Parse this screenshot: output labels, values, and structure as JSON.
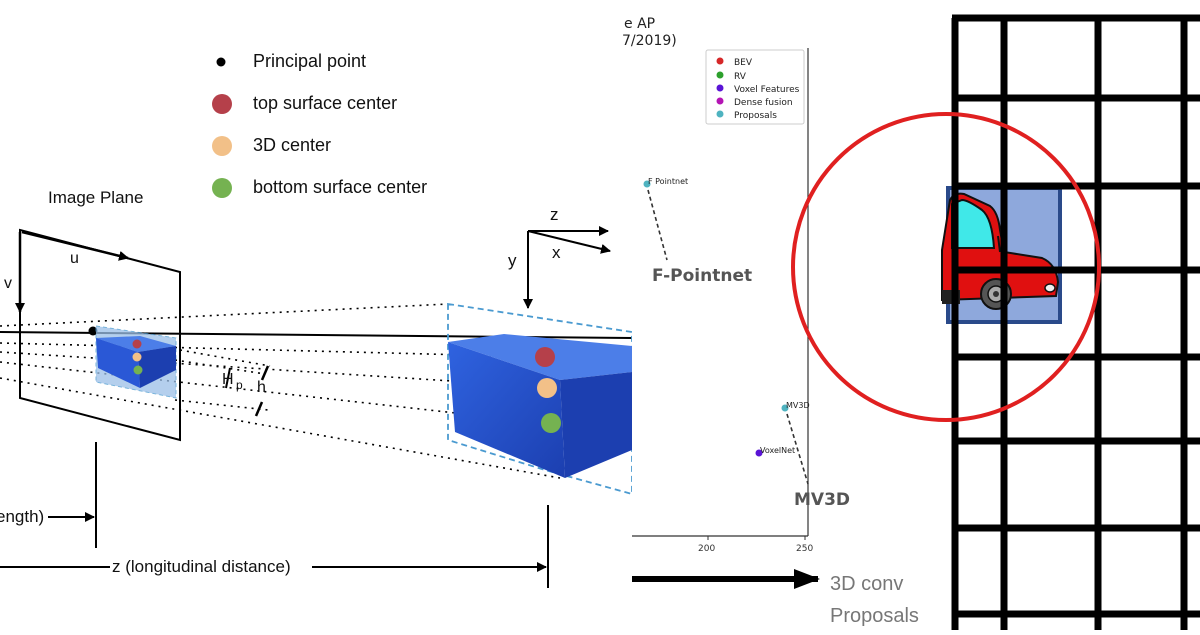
{
  "camera_diagram": {
    "legend": [
      {
        "label": "Principal point",
        "color": "#000000"
      },
      {
        "label": "top surface center",
        "color": "#b5404a"
      },
      {
        "label": "3D center",
        "color": "#f2c088"
      },
      {
        "label": "bottom surface center",
        "color": "#75b251"
      }
    ],
    "image_plane_label": "Image Plane",
    "u_label": "u",
    "v_label": "v",
    "hp_label": "H",
    "hp_sub": "p",
    "h_label": "h",
    "z_axis_label": "z",
    "x_axis_label": "x",
    "y_axis_label": "y",
    "focal_length_label": "ength)",
    "longitudinal_label": "z (longitudinal distance)",
    "box_color": "#2a58d6"
  },
  "scatter_panel": {
    "title_line1": "e AP",
    "title_line2": "7/2019)",
    "legend": [
      {
        "label": "BEV",
        "color": "#d62728"
      },
      {
        "label": "RV",
        "color": "#2ca02c"
      },
      {
        "label": "Voxel Features",
        "color": "#5a14d6"
      },
      {
        "label": "Dense fusion",
        "color": "#b414b4"
      },
      {
        "label": "Proposals",
        "color": "#4fb3c0"
      }
    ],
    "points": [
      {
        "label": "F Pointnet",
        "color": "#4fb3c0"
      },
      {
        "label": "MV3D",
        "color": "#4fb3c0"
      },
      {
        "label": "VoxelNet",
        "color": "#5a14d6"
      }
    ],
    "big_labels": [
      "F-Pointnet",
      "MV3D"
    ],
    "x_ticks": [
      "200",
      "250"
    ],
    "arrow_label_line1": "3D conv",
    "arrow_label_line2": "Proposals"
  },
  "grid_panel": {
    "circle_color": "#e02020",
    "car_color": "#e01010",
    "box_color": "#8ea8dc"
  }
}
